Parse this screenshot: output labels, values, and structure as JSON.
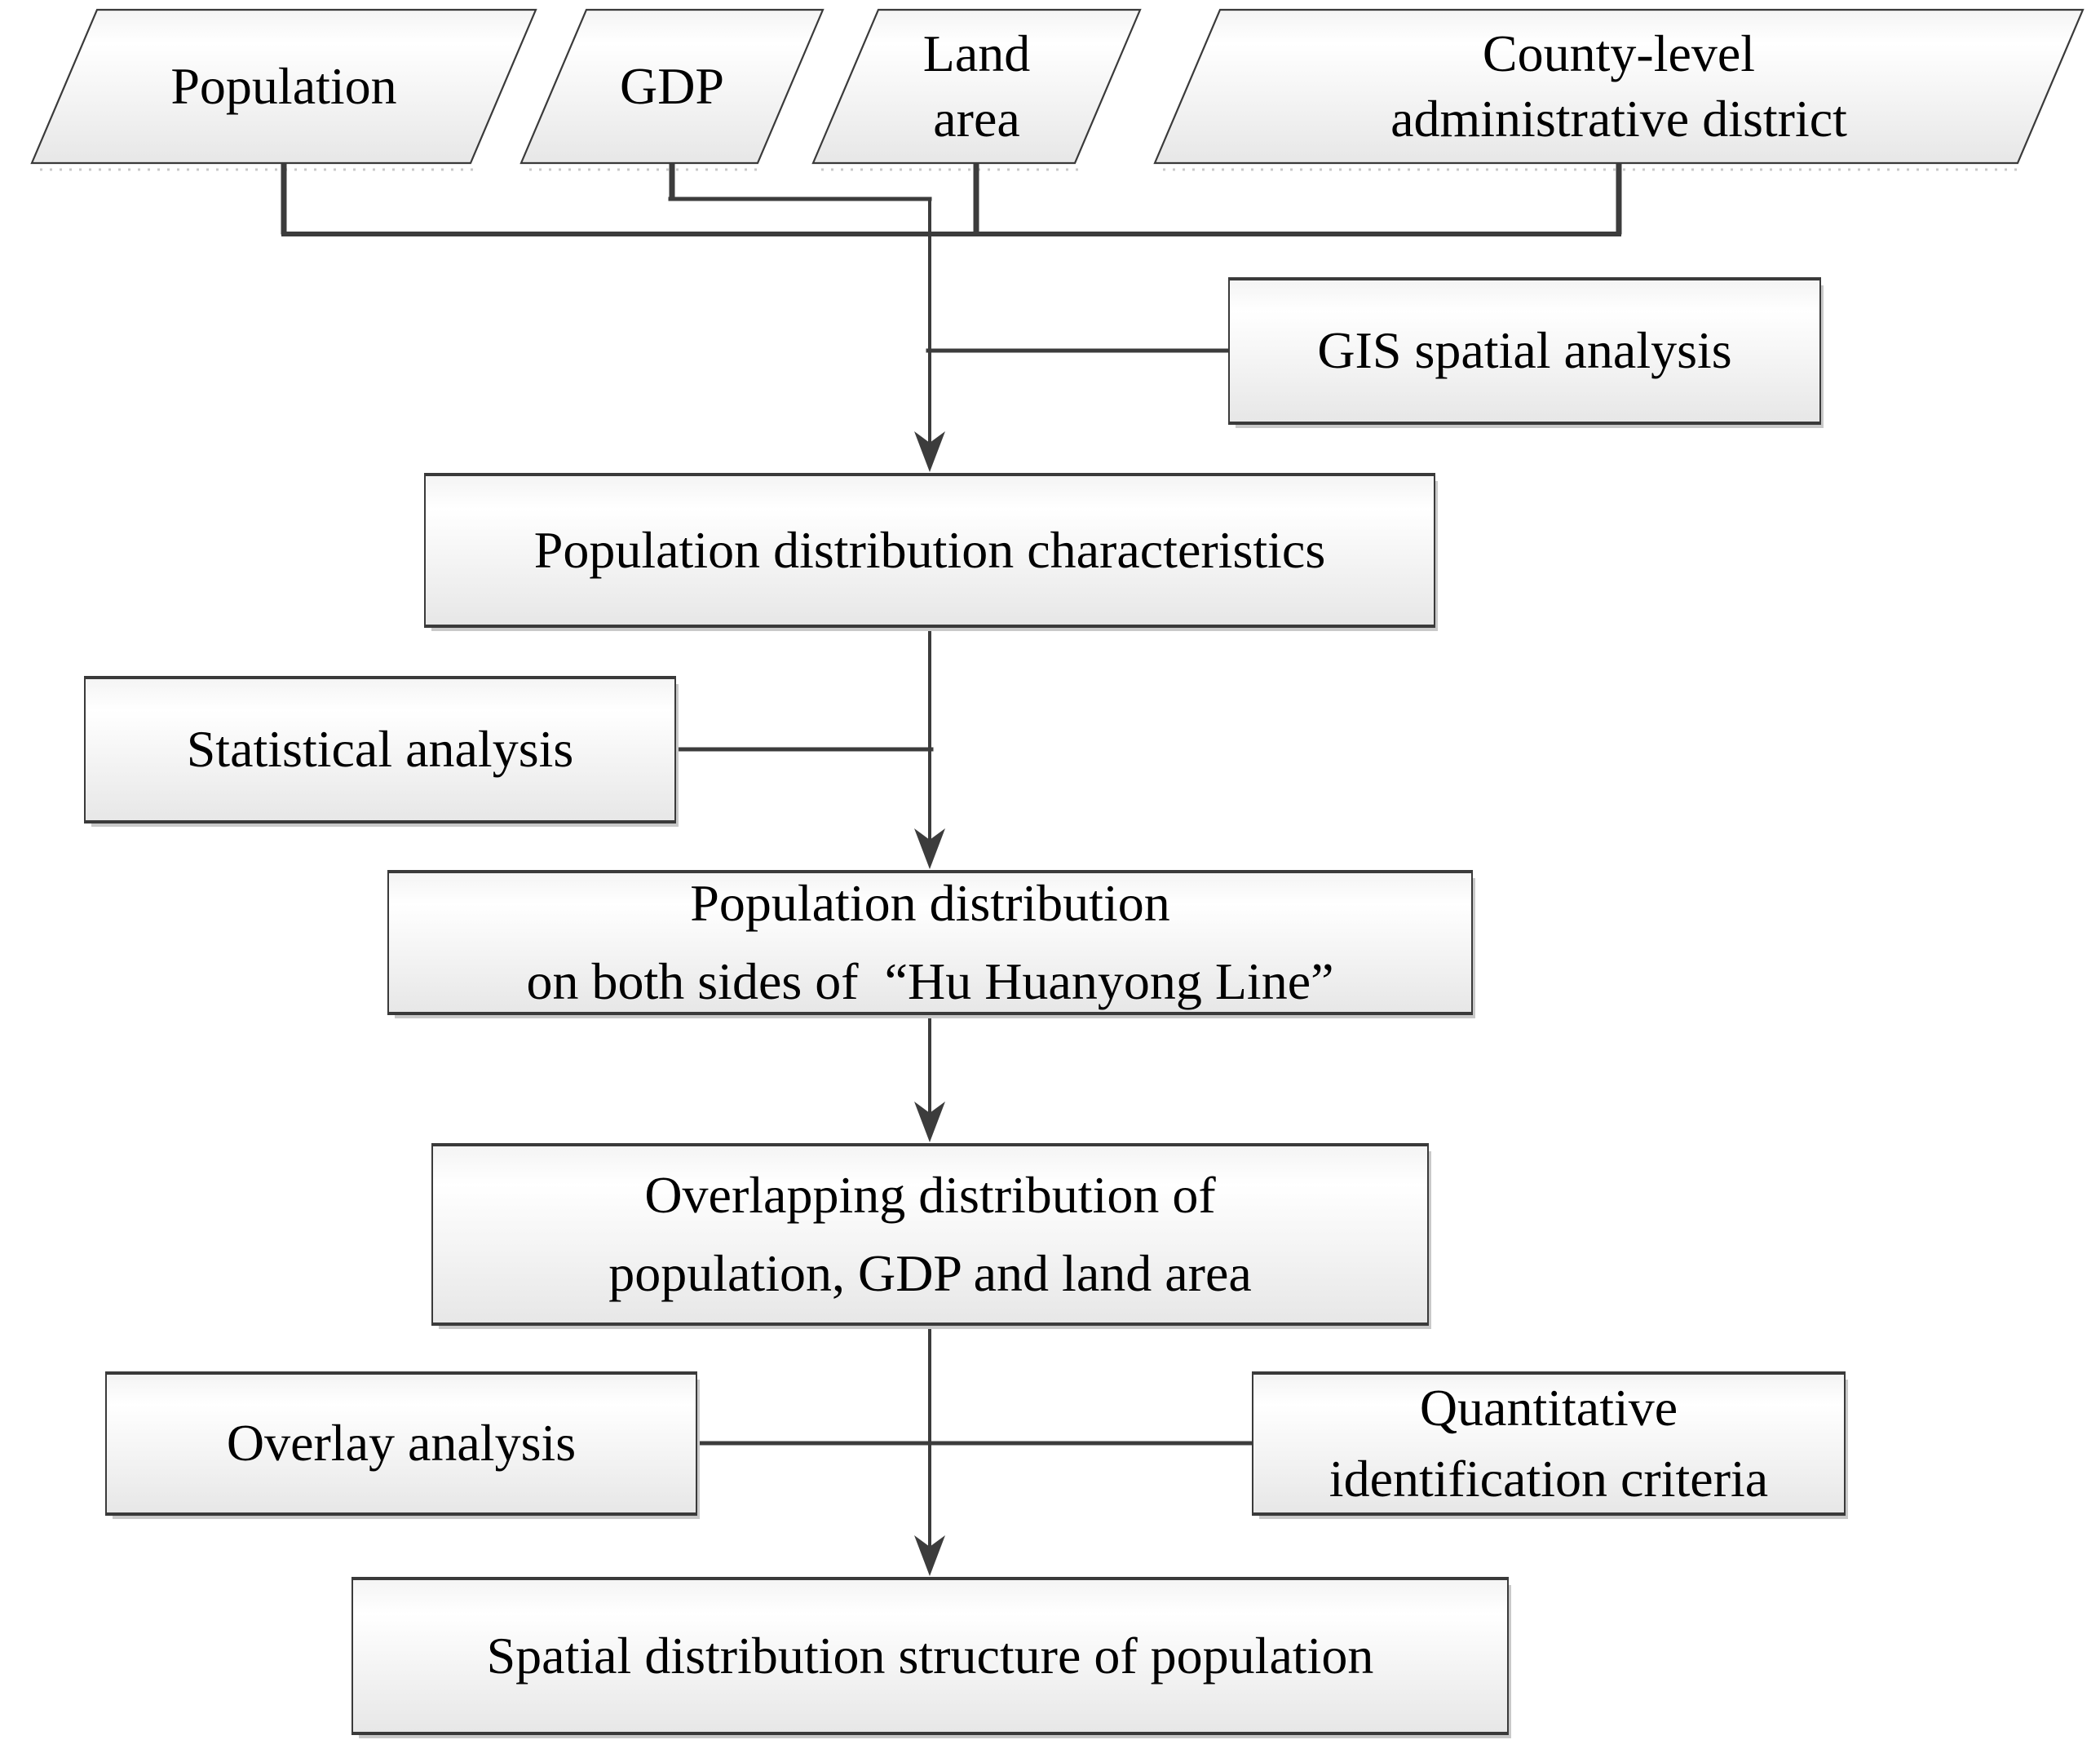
{
  "colors": {
    "line": "#3c3c3c",
    "border": "#3a3a3a",
    "fill-top": "#f4f4f4",
    "fill-mid": "#ffffff",
    "fill-bottom": "#e7e7e7",
    "shadow": "#c9c9c9",
    "text": "#000000",
    "background": "#ffffff"
  },
  "nodes": {
    "population": {
      "label": "Population"
    },
    "gdp": {
      "label": "GDP"
    },
    "land_area": {
      "line1": "Land",
      "line2": "area"
    },
    "county": {
      "line1": "County-level",
      "line2": "administrative district"
    },
    "gis": {
      "label": "GIS spatial analysis"
    },
    "pop_dist_char": {
      "label": "Population distribution characteristics"
    },
    "statistical": {
      "label": "Statistical analysis"
    },
    "hu_line": {
      "line1": "Population distribution",
      "line2": "on both sides of  “Hu Huanyong Line”"
    },
    "overlap": {
      "line1": "Overlapping distribution of",
      "line2": "population, GDP and land area"
    },
    "overlay": {
      "label": "Overlay analysis"
    },
    "quant": {
      "line1": "Quantitative",
      "line2": "identification criteria"
    },
    "spatial": {
      "label": "Spatial distribution structure of population"
    }
  }
}
